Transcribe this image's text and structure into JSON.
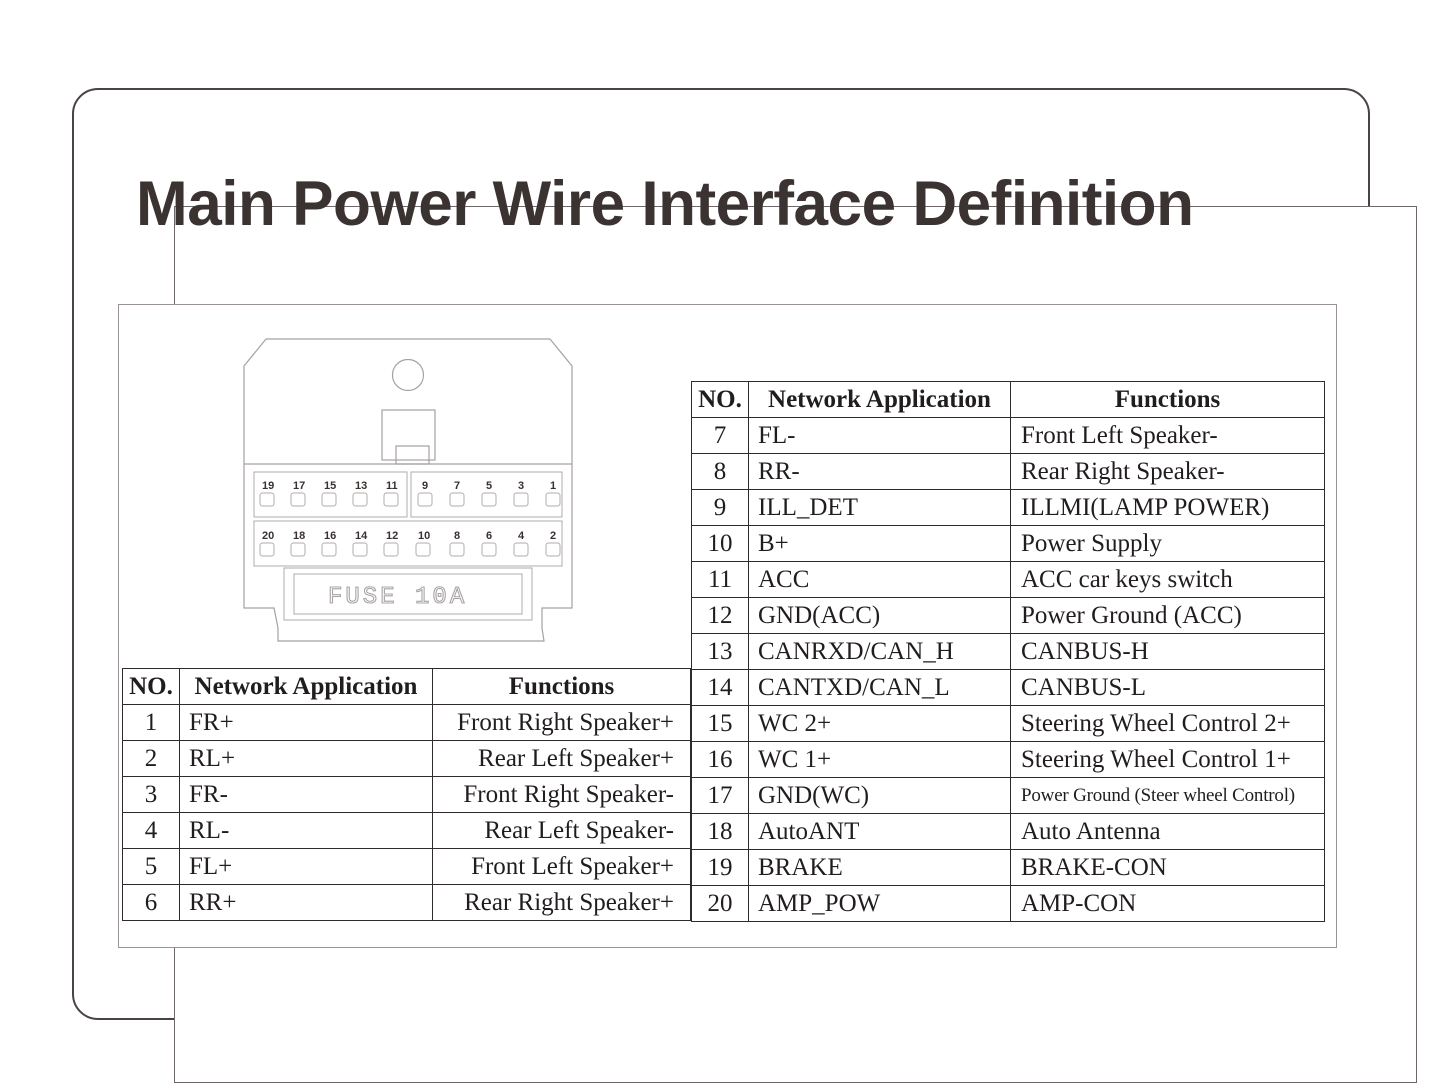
{
  "title": "Main Power Wire Interface Definition",
  "colors": {
    "title_text": "#3b3332",
    "table_border": "#2f2a2b",
    "frame_border": "#4a4243",
    "drawing_line": "#a6a1a3",
    "background": "#ffffff"
  },
  "connector": {
    "fuse_label": "FUSE   10A",
    "fuse_text": "FUSE",
    "fuse_rating": "10A",
    "top_row_left": [
      "19",
      "17",
      "15",
      "13",
      "11"
    ],
    "top_row_right": [
      "9",
      "7",
      "5",
      "3",
      "1"
    ],
    "bottom_row": [
      "20",
      "18",
      "16",
      "14",
      "12",
      "10",
      "8",
      "6",
      "4",
      "2"
    ]
  },
  "table_headers": {
    "no": "NO.",
    "network_application": "Network Application",
    "functions": "Functions"
  },
  "table_left": {
    "rows": [
      {
        "no": "1",
        "net": "FR+",
        "fn": "Front Right Speaker+"
      },
      {
        "no": "2",
        "net": "RL+",
        "fn": "Rear Left Speaker+"
      },
      {
        "no": "3",
        "net": "FR-",
        "fn": "Front Right Speaker-"
      },
      {
        "no": "4",
        "net": "RL-",
        "fn": "Rear Left Speaker-"
      },
      {
        "no": "5",
        "net": "FL+",
        "fn": "Front Left Speaker+"
      },
      {
        "no": "6",
        "net": "RR+",
        "fn": "Rear Right Speaker+"
      }
    ]
  },
  "table_right": {
    "rows": [
      {
        "no": "7",
        "net": "FL-",
        "fn": "Front Left Speaker-"
      },
      {
        "no": "8",
        "net": "RR-",
        "fn": "Rear Right Speaker-"
      },
      {
        "no": "9",
        "net": "ILL_DET",
        "fn": "ILLMI(LAMP POWER)"
      },
      {
        "no": "10",
        "net": "B+",
        "fn": "Power Supply"
      },
      {
        "no": "11",
        "net": "ACC",
        "fn": "ACC car keys switch"
      },
      {
        "no": "12",
        "net": "GND(ACC)",
        "fn": "Power Ground (ACC)"
      },
      {
        "no": "13",
        "net": "CANRXD/CAN_H",
        "fn": "CANBUS-H"
      },
      {
        "no": "14",
        "net": "CANTXD/CAN_L",
        "fn": "CANBUS-L"
      },
      {
        "no": "15",
        "net": "WC 2+",
        "fn": "Steering Wheel Control 2+"
      },
      {
        "no": "16",
        "net": "WC 1+",
        "fn": "Steering Wheel Control 1+"
      },
      {
        "no": "17",
        "net": "GND(WC)",
        "fn": "Power Ground (Steer wheel Control)",
        "tight": true
      },
      {
        "no": "18",
        "net": "AutoANT",
        "fn": "Auto Antenna"
      },
      {
        "no": "19",
        "net": "BRAKE",
        "fn": "BRAKE-CON"
      },
      {
        "no": "20",
        "net": "AMP_POW",
        "fn": "AMP-CON"
      }
    ]
  }
}
